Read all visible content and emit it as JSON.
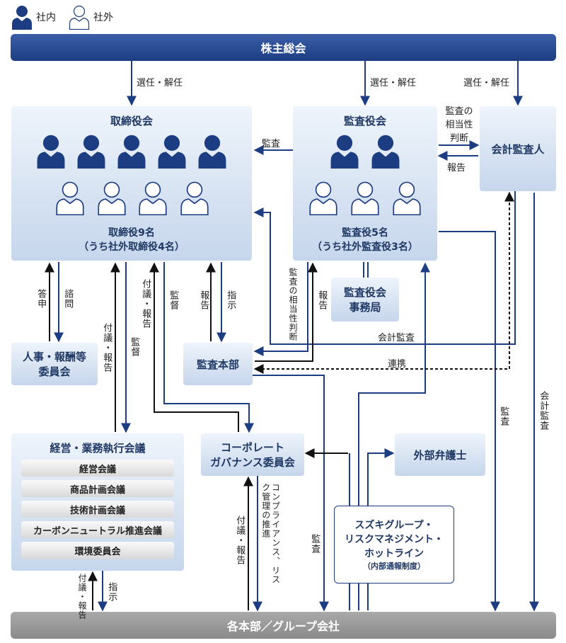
{
  "legend": {
    "internal": "社内",
    "external": "社外"
  },
  "shareholders": "株主総会",
  "group": "各本部／グループ会社",
  "board": {
    "title": "取締役会",
    "count": "取締役9名",
    "detail": "（うち社外取締役4名）"
  },
  "audit_board": {
    "title": "監査役会",
    "count": "監査役5名",
    "detail": "（うち社外監査役3名）"
  },
  "accounting_auditor": "会計監査人",
  "audit_office": [
    "監査役会",
    "事務局"
  ],
  "nomination": [
    "人事・報酬等",
    "委員会"
  ],
  "internal_audit": "監査本部",
  "exec_council": {
    "title": "経営・業務執行会議",
    "items": [
      "経営会議",
      "商品計画会議",
      "技術計画会議",
      "カーボンニュートラル推進会議",
      "環境委員会"
    ]
  },
  "governance": [
    "コーポレート",
    "ガバナンス委員会"
  ],
  "lawyer": "外部弁護士",
  "hotline": {
    "lines": [
      "スズキグループ・",
      "リスクマネジメント・",
      "ホットライン"
    ],
    "sub": "（内部通報制度）"
  },
  "labels": {
    "elect1": "選任・解任",
    "elect2": "選任・解任",
    "elect3": "選任・解任",
    "audit_of_board": "監査",
    "appropriateness": [
      "監査の",
      "相当性",
      "判断"
    ],
    "report_to_auditor": "報告",
    "answer": "答申",
    "consult": "諮問",
    "exec_report": "付議・報告",
    "exec_supervise": "監督",
    "gov_report": "付議・報告",
    "gov_supervise": "監督",
    "ia_report": "報告",
    "ia_instruct": "指示",
    "ab_appropriateness": "監査の相当性判断",
    "ab_report": "報告",
    "accounting_audit": "会計監査",
    "cooperation": "連携",
    "audit_down": "監査",
    "accounting_audit_down": "会計監査",
    "ec_report": "付議・報告",
    "ec_instruct": "指示",
    "g_report": "付議・報告",
    "compliance": "コンプライアンス、リスク管理の推進",
    "ia_audit": "監査"
  }
}
